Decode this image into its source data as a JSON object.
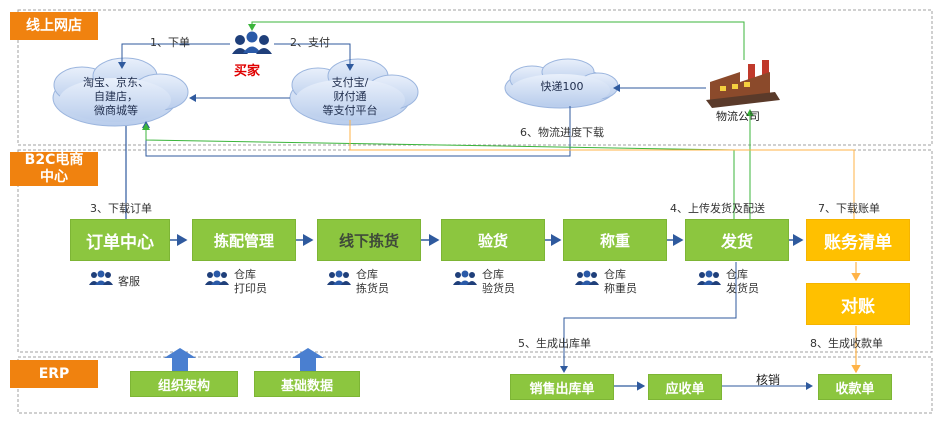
{
  "sections": {
    "online_store": "线上网店",
    "b2c_center": "B2C电商\n中心",
    "erp": "ERP"
  },
  "buyer": "买家",
  "clouds": {
    "stores": "淘宝、京东、\n自建店，\n微商城等",
    "payment": "支付宝/\n财付通\n等支付平台",
    "express": "快递100"
  },
  "logistics_company": "物流公司",
  "steps": {
    "s1": "1、下单",
    "s2": "2、支付",
    "s3": "3、下载订单",
    "s4": "4、上传发货及配送",
    "s5": "5、生成出库单",
    "s6": "6、物流进度下载",
    "s7": "7、下载账单",
    "s8": "8、生成收款单"
  },
  "process": [
    {
      "label": "订单中心",
      "role": "客服"
    },
    {
      "label": "拣配管理",
      "role": "仓库\n打印员"
    },
    {
      "label": "线下拣货",
      "role": "仓库\n拣货员"
    },
    {
      "label": "验货",
      "role": "仓库\n验货员"
    },
    {
      "label": "称重",
      "role": "仓库\n称重员"
    },
    {
      "label": "发货",
      "role": "仓库\n发货员"
    }
  ],
  "finance": {
    "statement": "账务清单",
    "reconcile": "对账"
  },
  "erp": {
    "org": "组织架构",
    "base_data": "基础数据",
    "outbound": "销售出库单",
    "receivable": "应收单",
    "writeoff": "核销",
    "receipt": "收款单"
  },
  "colors": {
    "section": "#f0820f",
    "green": "#8cc63f",
    "orange": "#ffc000",
    "flow_blue": "#2f5a9e",
    "flow_green": "#3bb53b",
    "flow_orange": "#ffb347"
  }
}
